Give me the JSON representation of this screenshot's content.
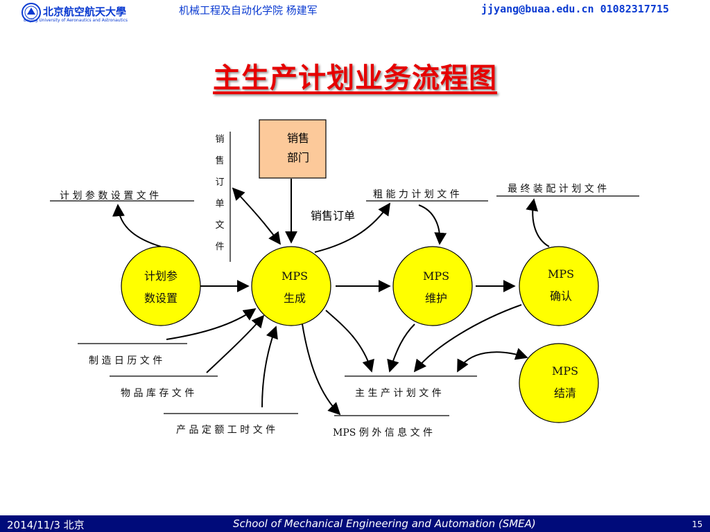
{
  "header": {
    "logo_name": "北京航空航天大學",
    "logo_sub": "Beijing University of Aeronautics and Astronautics",
    "center": "机械工程及自动化学院    杨建军",
    "contact": "jjyang@buaa.edu.cn  01082317715"
  },
  "title": "主生产计划业务流程图",
  "dept_box": {
    "line1": "销售",
    "line2": "部门"
  },
  "sales_order_doc_vertical": [
    "销",
    "售",
    "订",
    "单",
    "文",
    "件"
  ],
  "sales_order_label": "销售订单",
  "circles": {
    "plan_param": {
      "line1": "计划参",
      "line2": "数设置"
    },
    "mps_gen": {
      "line1": "MPS",
      "line2": "生成"
    },
    "mps_maint": {
      "line1": "MPS",
      "line2": "维护"
    },
    "mps_confirm": {
      "line1": "MPS",
      "line2": "确认"
    },
    "mps_close": {
      "line1": "MPS",
      "line2": "结清"
    }
  },
  "docs": {
    "plan_param_file": "计 划 参 数 设 置 文 件",
    "rough_capacity_file": "粗 能 力 计 划 文 件",
    "final_assembly_file": "最 终 装 配 计 划  文 件",
    "calendar_file": "制 造 日 历  文 件",
    "inventory_file": "物 品 库 存 文 件",
    "labor_quota_file": "产 品 定 额 工 时  文 件",
    "mps_file": "主 生 产 计 划  文 件",
    "mps_exception_file": "MPS 例 外 信 息 文 件"
  },
  "footer": {
    "date": "2014/11/3 北京",
    "school": "School of Mechanical Engineering and Automation (SMEA)",
    "page": "15"
  },
  "colors": {
    "header_text": "#0b3bd1",
    "title": "#e60000",
    "circle_fill": "#ffff00",
    "box_fill": "#fcc99a",
    "footer_bg": "#000b7a"
  }
}
